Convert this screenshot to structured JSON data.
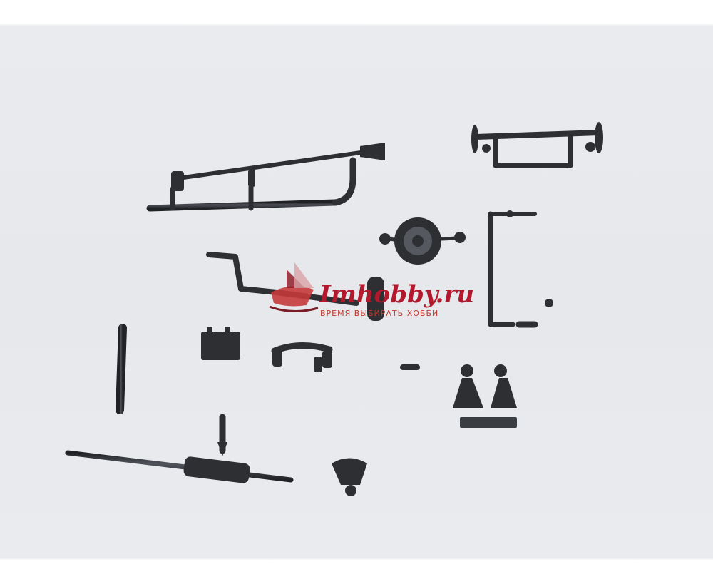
{
  "photo": {
    "subject": "plastic model kit sprue with parts",
    "background_color": "#e7e9ed",
    "plastic_color": "#2d2f33",
    "highlight_color": "#55585e"
  },
  "watermark": {
    "brand": "Imhobby.ru",
    "tagline": "ВРЕМЯ ВЫБИРАТЬ ХОББИ",
    "brand_color": "#b3182d",
    "tagline_color": "#c0392b",
    "icon": "ship-sail-logo-icon"
  }
}
